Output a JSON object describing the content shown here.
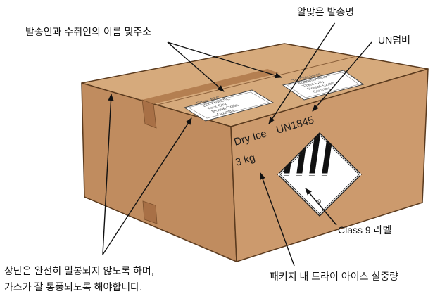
{
  "callouts": {
    "addresses": "발송인과 수취인의 이름 및주소",
    "proper_shipping_name": "알맞은 발송명",
    "un_number": "UN덤버",
    "class9_label": "Class 9 라벨",
    "net_quantity": "패키지 내 드라이 아이스 실중량",
    "ventilation_line1": "상단은 완전히 밀봉되지 않도록 하며,",
    "ventilation_line2": "가스가 잘 통풍되도록 해야합니다."
  },
  "box_markings": {
    "shipping_name": "Dry Ice",
    "un_number": "UN1845",
    "quantity": "3 kg",
    "label_class_number": "9"
  },
  "address_labels": {
    "from": [
      "From: ABC",
      "123 Front St.",
      "Your City",
      "Postal Code",
      "Country"
    ],
    "to": [
      "To: Cab Here",
      "Address Here",
      "Their City",
      "Postal Code",
      "Country"
    ]
  },
  "colors": {
    "box_top": "#d6aa7c",
    "box_front": "#c9956a",
    "box_side": "#b98457",
    "tape": "#b07a4d",
    "outline": "#5a3a1e"
  }
}
